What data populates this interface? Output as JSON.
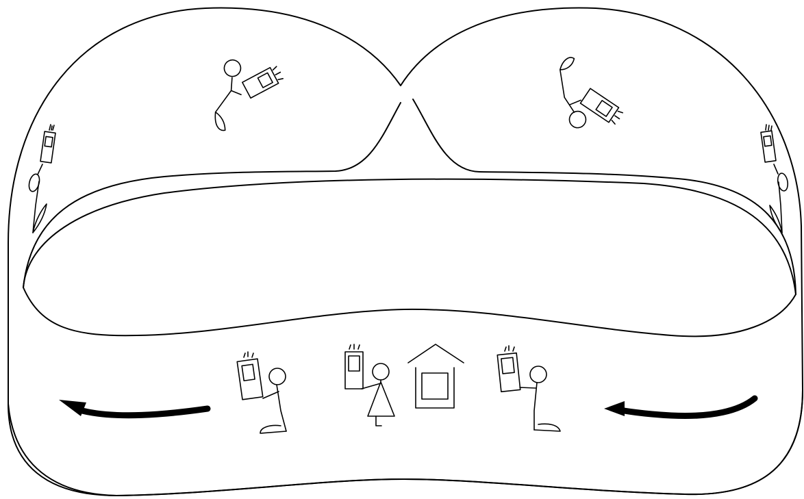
{
  "diagram": {
    "kind": "line-drawing",
    "stroke_color": "#000000",
    "background": "#ffffff",
    "figures": [
      {
        "id": "upper-left",
        "part": "upper-left-lobe"
      },
      {
        "id": "upper-right",
        "part": "upper-right-lobe"
      },
      {
        "id": "left-wall",
        "part": "left-side-wall"
      },
      {
        "id": "right-wall",
        "part": "right-side-wall"
      },
      {
        "id": "front-left",
        "part": "front-band"
      },
      {
        "id": "front-center",
        "part": "front-band"
      },
      {
        "id": "front-right",
        "part": "front-band"
      }
    ],
    "arrows": [
      {
        "id": "left",
        "direction": "left"
      },
      {
        "id": "right",
        "direction": "left"
      }
    ],
    "icons": [
      "stick-figure-icon",
      "phone-device-icon",
      "house-icon",
      "arrow-icon"
    ]
  }
}
